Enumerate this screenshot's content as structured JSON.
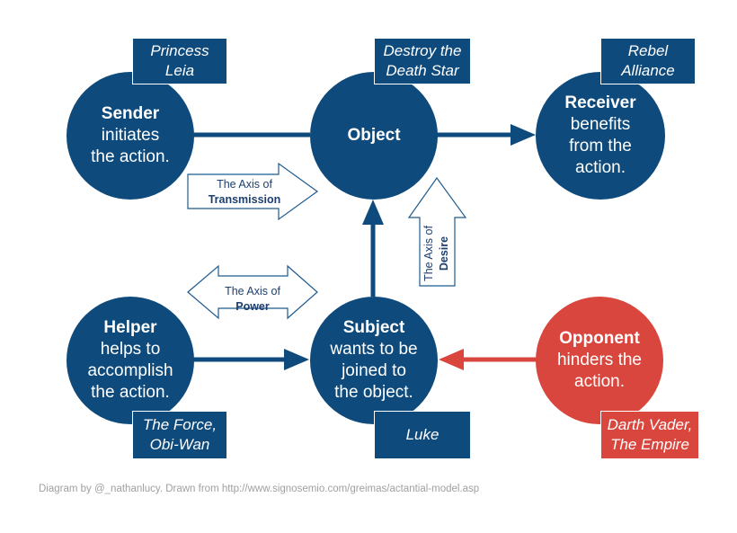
{
  "nodes": {
    "sender": {
      "title": "Sender",
      "line1": "initiates",
      "line2": "the action."
    },
    "object": {
      "title": "Object"
    },
    "receiver": {
      "title": "Receiver",
      "line1": "benefits",
      "line2": "from the",
      "line3": "action."
    },
    "helper": {
      "title": "Helper",
      "line1": "helps to",
      "line2": "accomplish",
      "line3": "the action."
    },
    "subject": {
      "title": "Subject",
      "line1": "wants to be",
      "line2": "joined to",
      "line3": "the object."
    },
    "opponent": {
      "title": "Opponent",
      "line1": "hinders the",
      "line2": "action."
    }
  },
  "tags": {
    "sender": {
      "line1": "Princess",
      "line2": "Leia"
    },
    "object": {
      "line1": "Destroy the",
      "line2": "Death Star"
    },
    "receiver": {
      "line1": "Rebel",
      "line2": "Alliance"
    },
    "helper": {
      "line1": "The Force,",
      "line2": "Obi-Wan"
    },
    "subject": {
      "line1": "Luke"
    },
    "opponent": {
      "line1": "Darth Vader,",
      "line2": "The Empire"
    }
  },
  "axes": {
    "transmission": {
      "prefix": "The Axis of",
      "name": "Transmission"
    },
    "power": {
      "prefix": "The Axis of",
      "name": "Power"
    },
    "desire": {
      "prefix": "The Axis of",
      "name": "Desire"
    }
  },
  "colors": {
    "blue": "#0e4a7b",
    "red": "#d9463e",
    "axis_text": "#1e3f6e"
  },
  "credit": "Diagram by @_nathanlucy. Drawn from http://www.signosemio.com/greimas/actantial-model.asp"
}
